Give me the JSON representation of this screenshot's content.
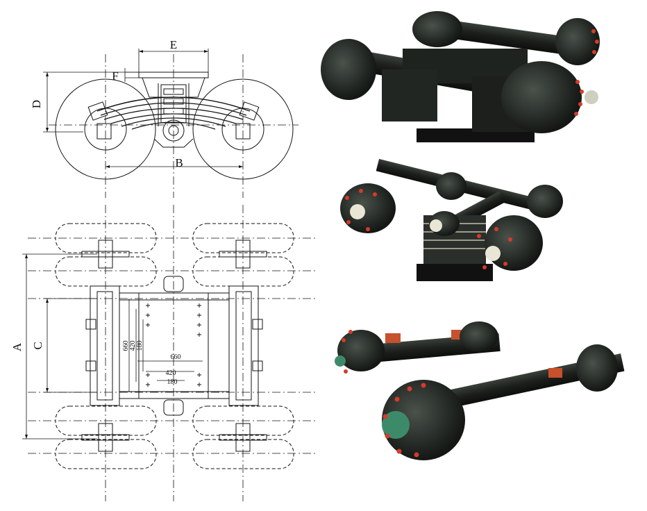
{
  "side_view": {
    "labels": {
      "e": "E",
      "f": "F",
      "d": "D",
      "b": "B"
    }
  },
  "top_view": {
    "labels": {
      "a": "A",
      "c": "C"
    },
    "dims_vertical": [
      "660",
      "420",
      "180"
    ],
    "dims_horizontal": [
      "660",
      "420",
      "180"
    ]
  },
  "photos": {
    "items": [
      {
        "name": "bogie-suspension-assembly-photo"
      },
      {
        "name": "single-point-suspension-photo"
      },
      {
        "name": "twin-axle-assembly-photo"
      }
    ],
    "colors": {
      "body": "#1c1f1c",
      "hub": "#2a302b",
      "bolt": "#d63a2b",
      "bolt_cap": "#e9e6d6",
      "plate": "#c7502d"
    }
  }
}
